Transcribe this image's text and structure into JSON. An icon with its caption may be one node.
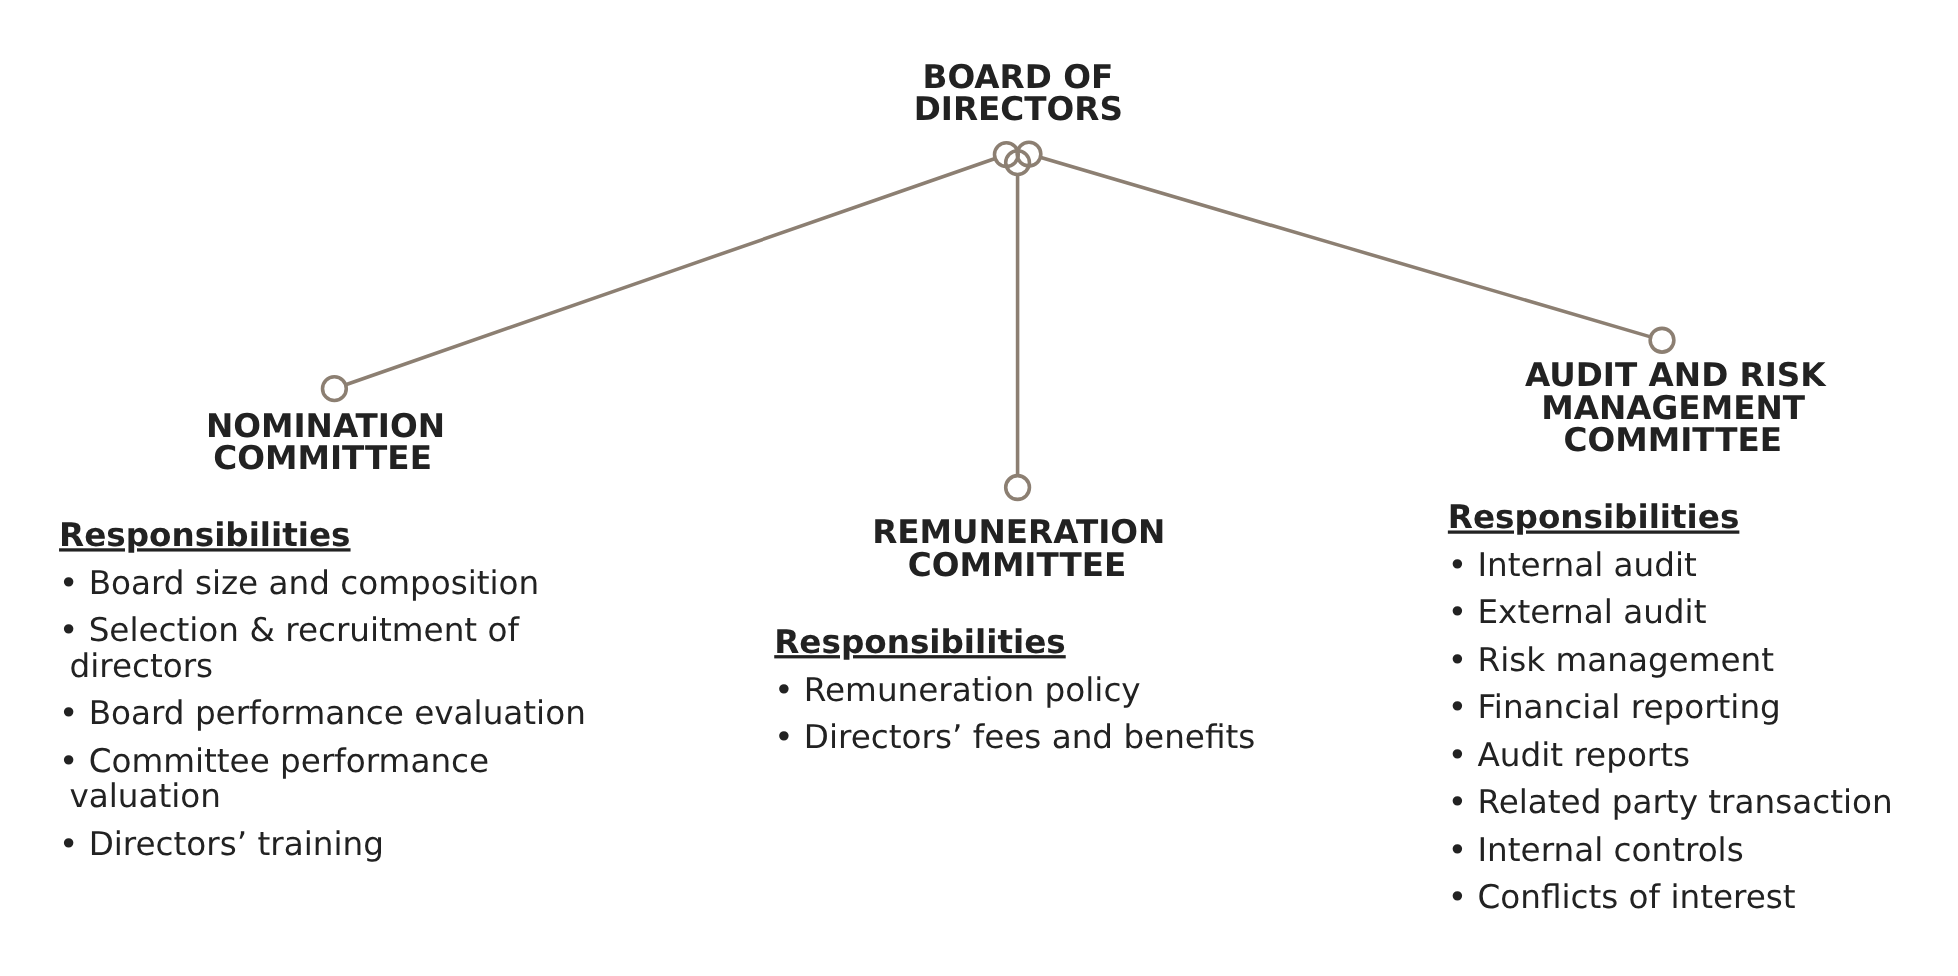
{
  "diagram": {
    "nodes": [
      {
        "text": [
          "BOARD OF DIRECTORS"
        ]
      },
      {
        "text": [
          "NOMINATION COMMITTEE",
          "Responsibilities",
          "• Board size and composition",
          "• Selection & recruitment of directors",
          "• Board performance evaluation",
          "• Committee performance valuation",
          "• Directors’ training"
        ]
      },
      {
        "text": [
          "REMUNERATION COMMITTEE",
          "Responsibilities",
          "• Remuneration policy",
          "• Directors’ fees and benefits"
        ]
      },
      {
        "text": [
          "AUDIT AND RISK MANAGEMENT COMMITTEE",
          "Responsibilities",
          "• Internal audit",
          "• External audit",
          "• Risk management",
          "• Financial reporting",
          "• Audit reports",
          "• Related party transaction",
          "• Internal controls",
          "• Conflicts of interest"
        ]
      }
    ],
    "edges": [
      {
        "from": 0,
        "to": 1,
        "arrow": "other"
      },
      {
        "from": 0,
        "to": 2,
        "arrow": "other"
      },
      {
        "from": 0,
        "to": 3,
        "arrow": "other"
      }
    ]
  }
}
